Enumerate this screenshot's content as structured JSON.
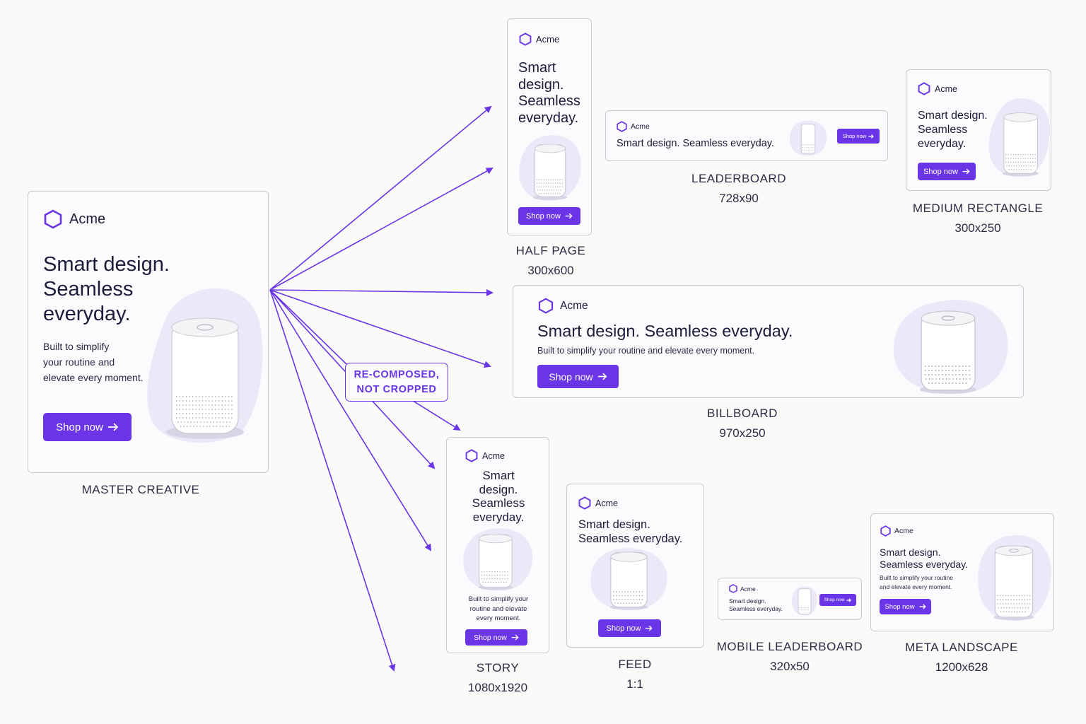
{
  "brand": {
    "name": "Acme",
    "accent": "#6a35e6"
  },
  "copy": {
    "headline_lines": [
      "Smart design.",
      "Seamless",
      "everyday."
    ],
    "headline_full": "Smart design. Seamless everyday.",
    "body_full": "Built to simplify your routine and elevate every moment.",
    "body_master": [
      "Built to simplify",
      "your routine and",
      "elevate every moment."
    ],
    "body_story": [
      "Built to simplify your",
      "routine and elevate",
      "every moment."
    ],
    "body_meta": [
      "Built to simplify your routine",
      "and elevate every moment."
    ],
    "headline_feed": [
      "Smart design.",
      "Seamless everyday."
    ],
    "headline_story": [
      "Smart",
      "design.",
      "Seamless",
      "everyday."
    ],
    "headline_halfpage": [
      "Smart",
      "design.",
      "Seamless",
      "everyday."
    ],
    "cta": "Shop now"
  },
  "callout": {
    "line1": "RE-COMPOSED,",
    "line2": "NOT CROPPED"
  },
  "formats": {
    "master": {
      "name": "MASTER CREATIVE"
    },
    "half_page": {
      "name": "HALF PAGE",
      "size": "300x600"
    },
    "leaderboard": {
      "name": "LEADERBOARD",
      "size": "728x90"
    },
    "medium_rectangle": {
      "name": "MEDIUM RECTANGLE",
      "size": "300x250"
    },
    "billboard": {
      "name": "BILLBOARD",
      "size": "970x250"
    },
    "story": {
      "name": "STORY",
      "size": "1080x1920"
    },
    "feed": {
      "name": "FEED",
      "size": "1:1"
    },
    "mobile_leaderboard": {
      "name": "MOBILE LEADERBOARD",
      "size": "320x50"
    },
    "meta_landscape": {
      "name": "META LANDSCAPE",
      "size": "1200x628"
    }
  },
  "icons": {
    "logo": "hexagon-logo-icon",
    "cta_arrow": "arrow-right-icon",
    "product": "smart-speaker-icon"
  }
}
